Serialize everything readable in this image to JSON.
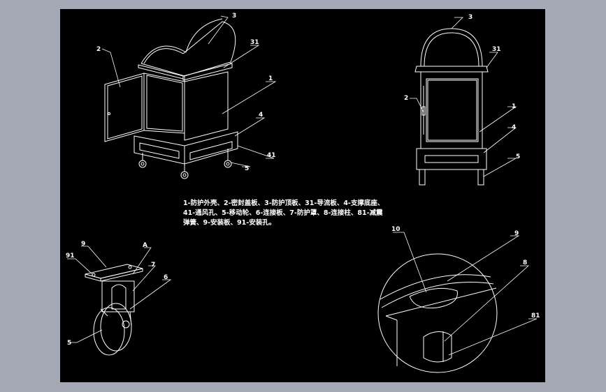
{
  "legend": {
    "line1": "1-防护外壳、2-密封盖板、3-防护顶板、31-导流板、4-支撑底座、",
    "line2": "41-通风孔、5-移动轮、6-连接板、7-防护罩、8-连接柱、81-减震",
    "line3": "弹簧、9-安装板、91-安装孔。"
  },
  "labels": {
    "a1": "1",
    "a2": "2",
    "a3": "3",
    "a31": "31",
    "a4": "4",
    "a41": "41",
    "a5": "5",
    "b1": "1",
    "b2": "2",
    "b3": "3",
    "b31": "31",
    "b4": "4",
    "b5": "5",
    "c9": "9",
    "c91": "91",
    "cA": "A",
    "c7": "7",
    "c6": "6",
    "c5": "5",
    "d10": "10",
    "d9": "9",
    "d8": "8",
    "d81": "81"
  }
}
